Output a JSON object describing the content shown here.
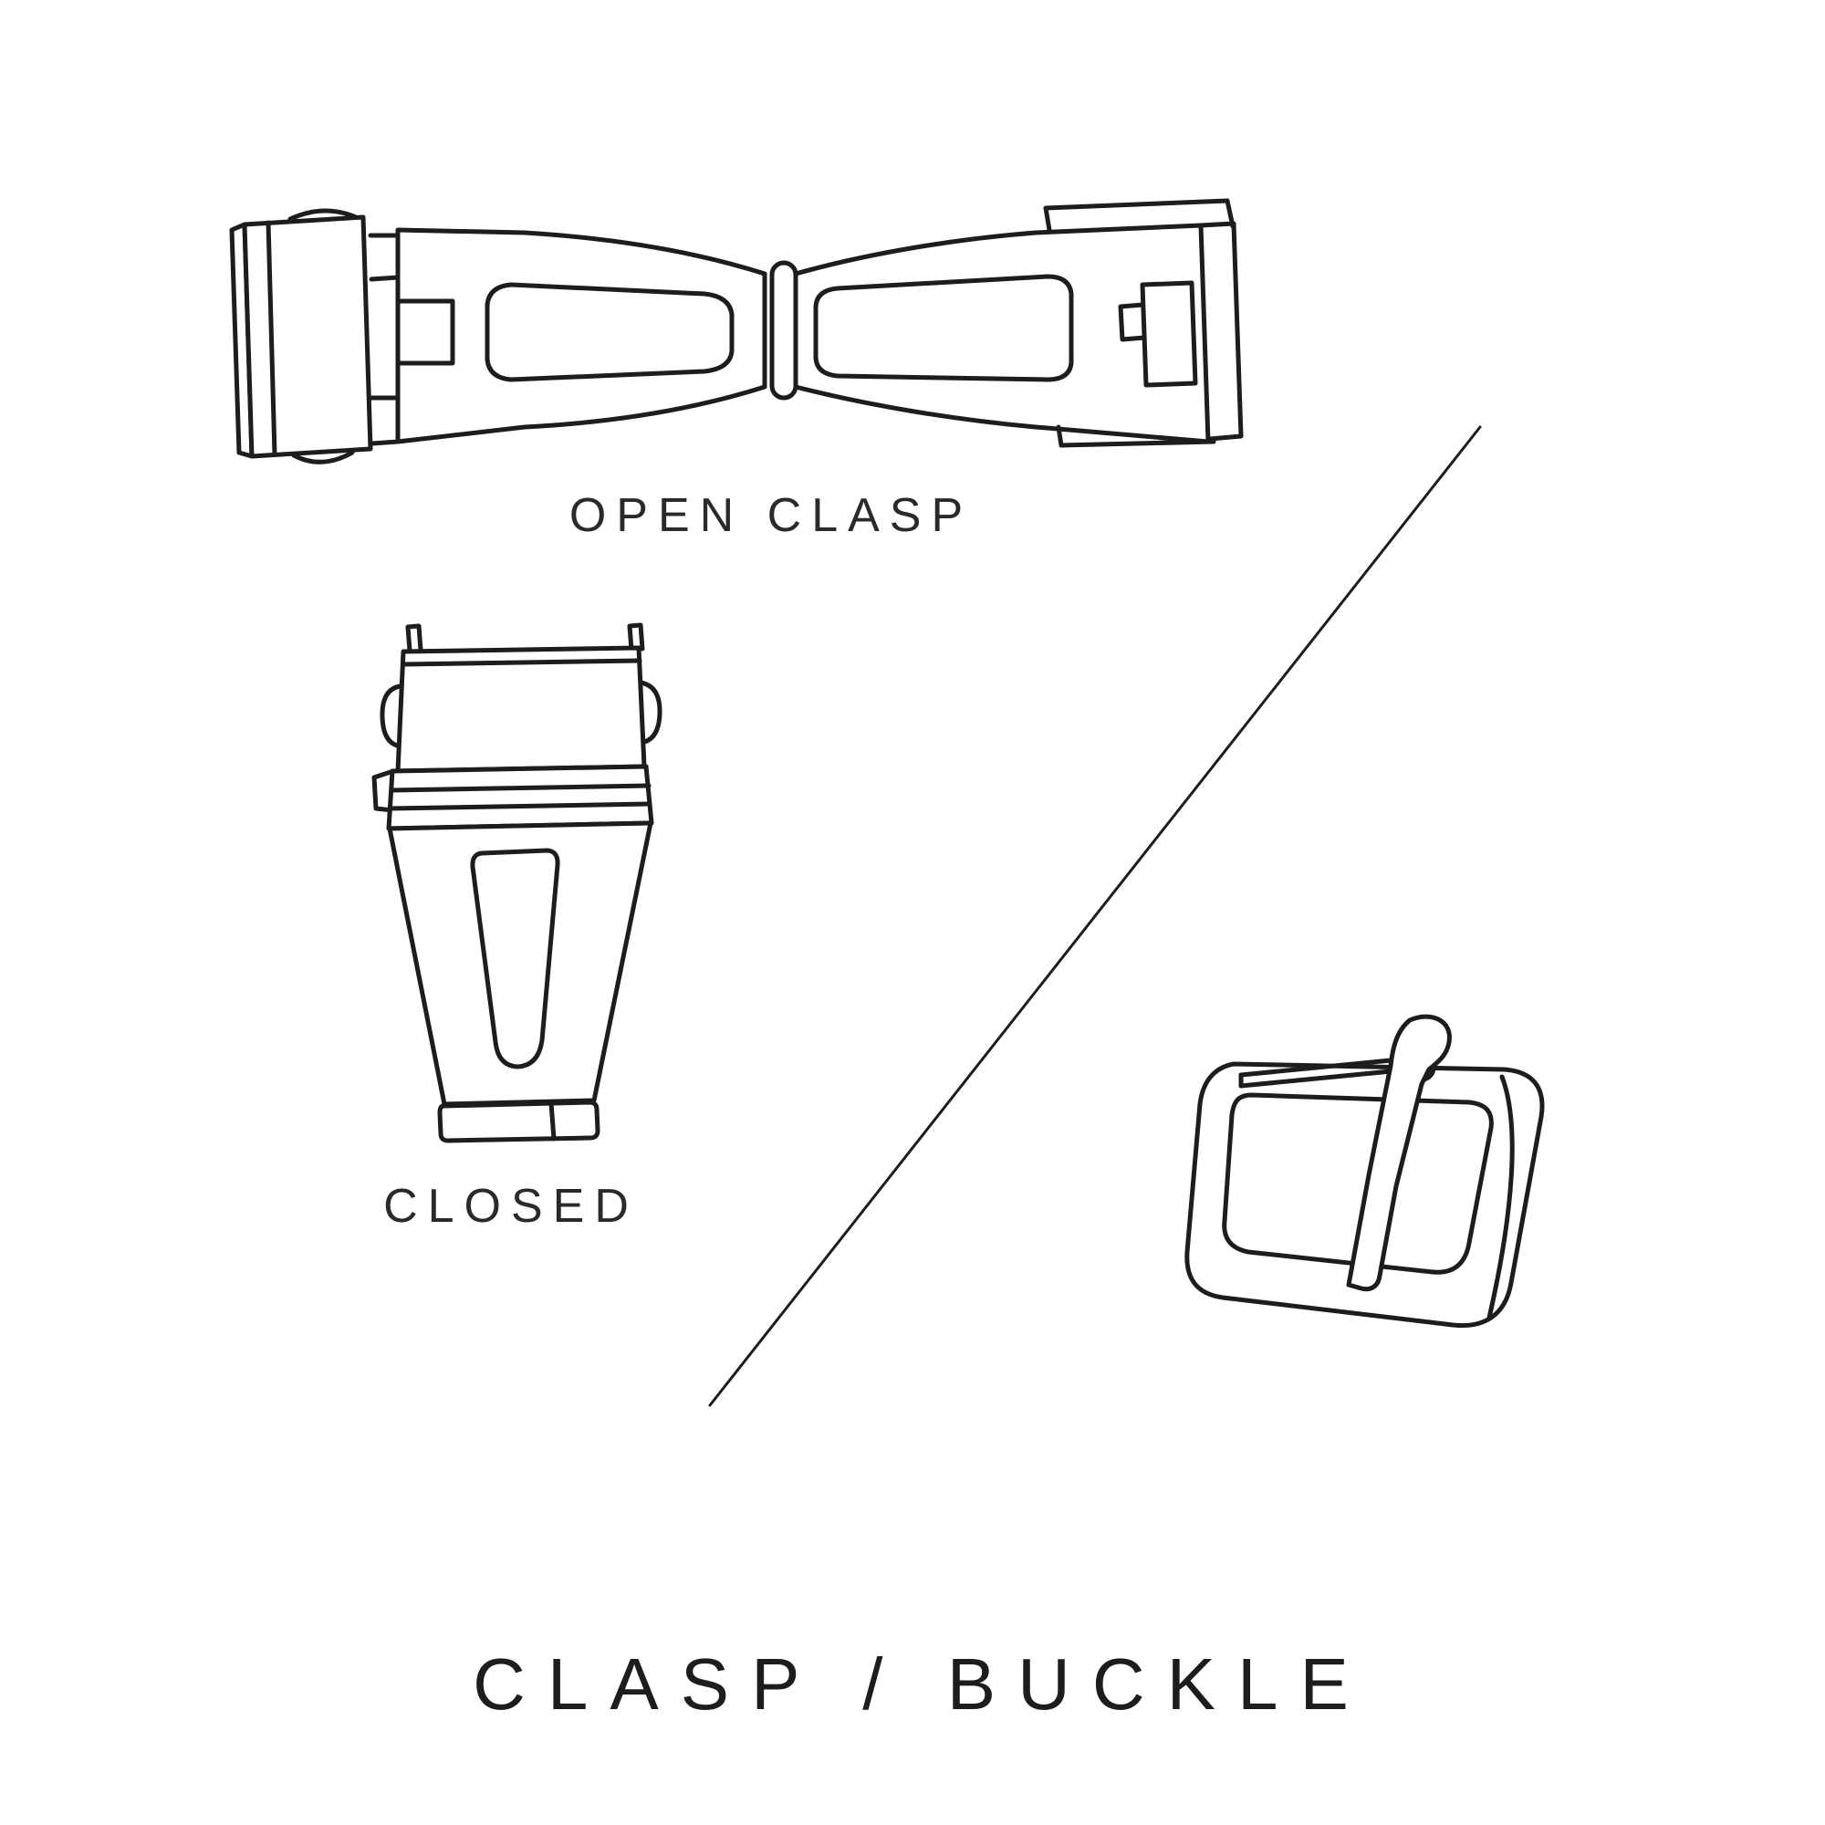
{
  "page": {
    "background_color": "#ffffff",
    "line_color": "#1d1d1f",
    "title": "CLASP / BUCKLE"
  },
  "labels": {
    "open_clasp": "OPEN CLASP",
    "closed": "CLOSED"
  },
  "illustrations": {
    "open_clasp": "open-clasp-line-drawing",
    "closed_clasp": "closed-clasp-line-drawing",
    "buckle": "tang-buckle-line-drawing",
    "divider": "diagonal-divider-line"
  }
}
